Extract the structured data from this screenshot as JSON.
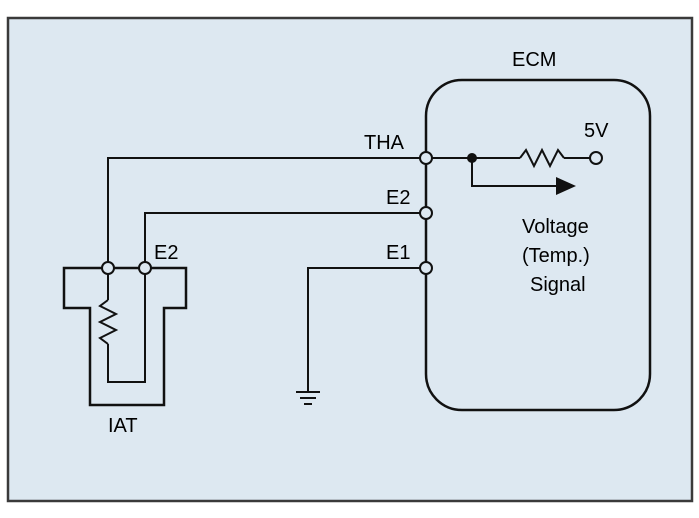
{
  "colors": {
    "panel_background": "#dde8f1",
    "panel_border": "#3a3a3a",
    "line": "#111111"
  },
  "labels": {
    "ecm": "ECM",
    "tha": "THA",
    "e2_ecm": "E2",
    "e1": "E1",
    "supply": "5V",
    "signal_line1": "Voltage",
    "signal_line2": "(Temp.)",
    "signal_line3": "Signal",
    "e2_sensor": "E2",
    "iat": "IAT"
  },
  "icons": [
    "resistor-icon",
    "ground-icon",
    "arrow-icon"
  ]
}
